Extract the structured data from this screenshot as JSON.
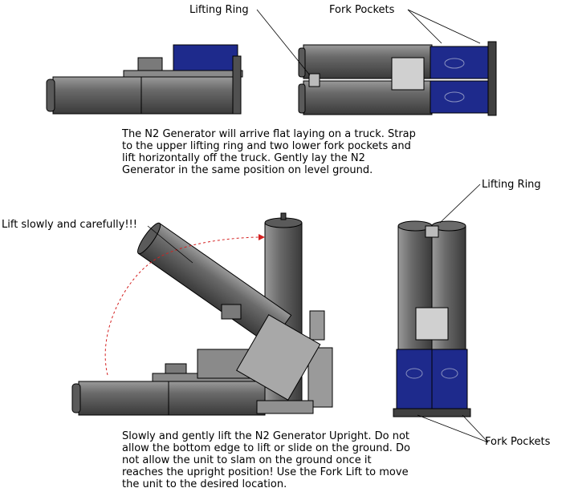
{
  "labels": {
    "lifting_ring_top": "Lifting Ring",
    "fork_pockets_top": "Fork Pockets",
    "lifting_ring_right": "Lifting Ring",
    "lift_slowly": "Lift slowly and carefully!!!",
    "fork_pockets_bottom": "Fork Pockets"
  },
  "step1": {
    "lines": [
      "The N2 Generator will arrive flat laying on a truck.  Strap",
      "to the upper lifting ring and two lower fork pockets and",
      "lift horizontally off the truck.  Gently lay the N2",
      "Generator in the same position on level ground."
    ]
  },
  "step2": {
    "lines": [
      "Slowly and gently lift the N2 Generator Upright.  Do not",
      "allow the bottom edge to lift or slide on the ground.  Do",
      "not allow the unit to slam on the ground once it",
      "reaches the upright position!  Use the Fork Lift to move",
      "the unit to the desired location."
    ]
  },
  "colors": {
    "vessel_gray": "#6e6e6e",
    "panel_blue": "#1e2a8c",
    "arrow_red": "#d42020"
  }
}
